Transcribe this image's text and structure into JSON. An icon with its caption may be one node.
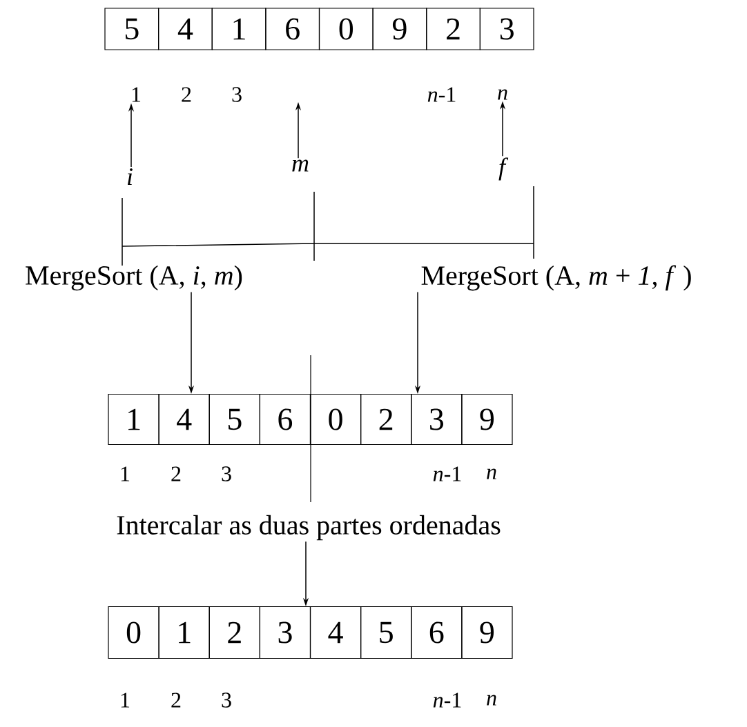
{
  "diagram": {
    "nodes": [
      {
        "text": [
          "5"
        ]
      },
      {
        "text": [
          "4"
        ]
      },
      {
        "text": [
          "1"
        ]
      },
      {
        "text": [
          "6"
        ]
      },
      {
        "text": [
          "0"
        ]
      },
      {
        "text": [
          "9"
        ]
      },
      {
        "text": [
          "2"
        ]
      },
      {
        "text": [
          "3"
        ]
      },
      {
        "text": [
          "1"
        ]
      },
      {
        "text": [
          "n"
        ]
      },
      {
        "text": [
          "i"
        ]
      },
      {
        "text": [
          "m"
        ]
      },
      {
        "text": [
          "f"
        ]
      },
      {
        "text": [
          "MergeSort (A, *i*, *m*)"
        ]
      },
      {
        "text": [
          "MergeSort (A, *m* + *1*, *f* )"
        ]
      },
      {
        "text": [
          "1"
        ]
      },
      {
        "text": [
          "4"
        ]
      },
      {
        "text": [
          "5"
        ]
      },
      {
        "text": [
          "6"
        ]
      },
      {
        "text": [
          "0"
        ]
      },
      {
        "text": [
          "2"
        ]
      },
      {
        "text": [
          "3"
        ]
      },
      {
        "text": [
          "9"
        ]
      },
      {
        "text": [
          "Intercalar as duas partes ordenadas"
        ]
      },
      {
        "text": [
          "0"
        ]
      },
      {
        "text": [
          "1"
        ]
      },
      {
        "text": [
          "2"
        ]
      },
      {
        "text": [
          "3"
        ]
      },
      {
        "text": [
          "4"
        ]
      },
      {
        "text": [
          "5"
        ]
      },
      {
        "text": [
          "6"
        ]
      },
      {
        "text": [
          "9"
        ]
      }
    ],
    "edges": [
      {
        "from": 10,
        "to": 8,
        "arrow": "to"
      },
      {
        "from": 11,
        "to": null,
        "arrow": "to"
      },
      {
        "from": 12,
        "to": 9,
        "arrow": "to"
      },
      {
        "from": 13,
        "to": 16,
        "arrow": "to"
      },
      {
        "from": 14,
        "to": 21,
        "arrow": "to"
      },
      {
        "from": 23,
        "to": 28,
        "arrow": "to"
      }
    ],
    "labels": [
      "2",
      "3",
      "*n*-1",
      "1",
      "2",
      "3",
      "*n*-1",
      "n",
      "1",
      "2",
      "3",
      "*n*-1",
      "n"
    ]
  }
}
